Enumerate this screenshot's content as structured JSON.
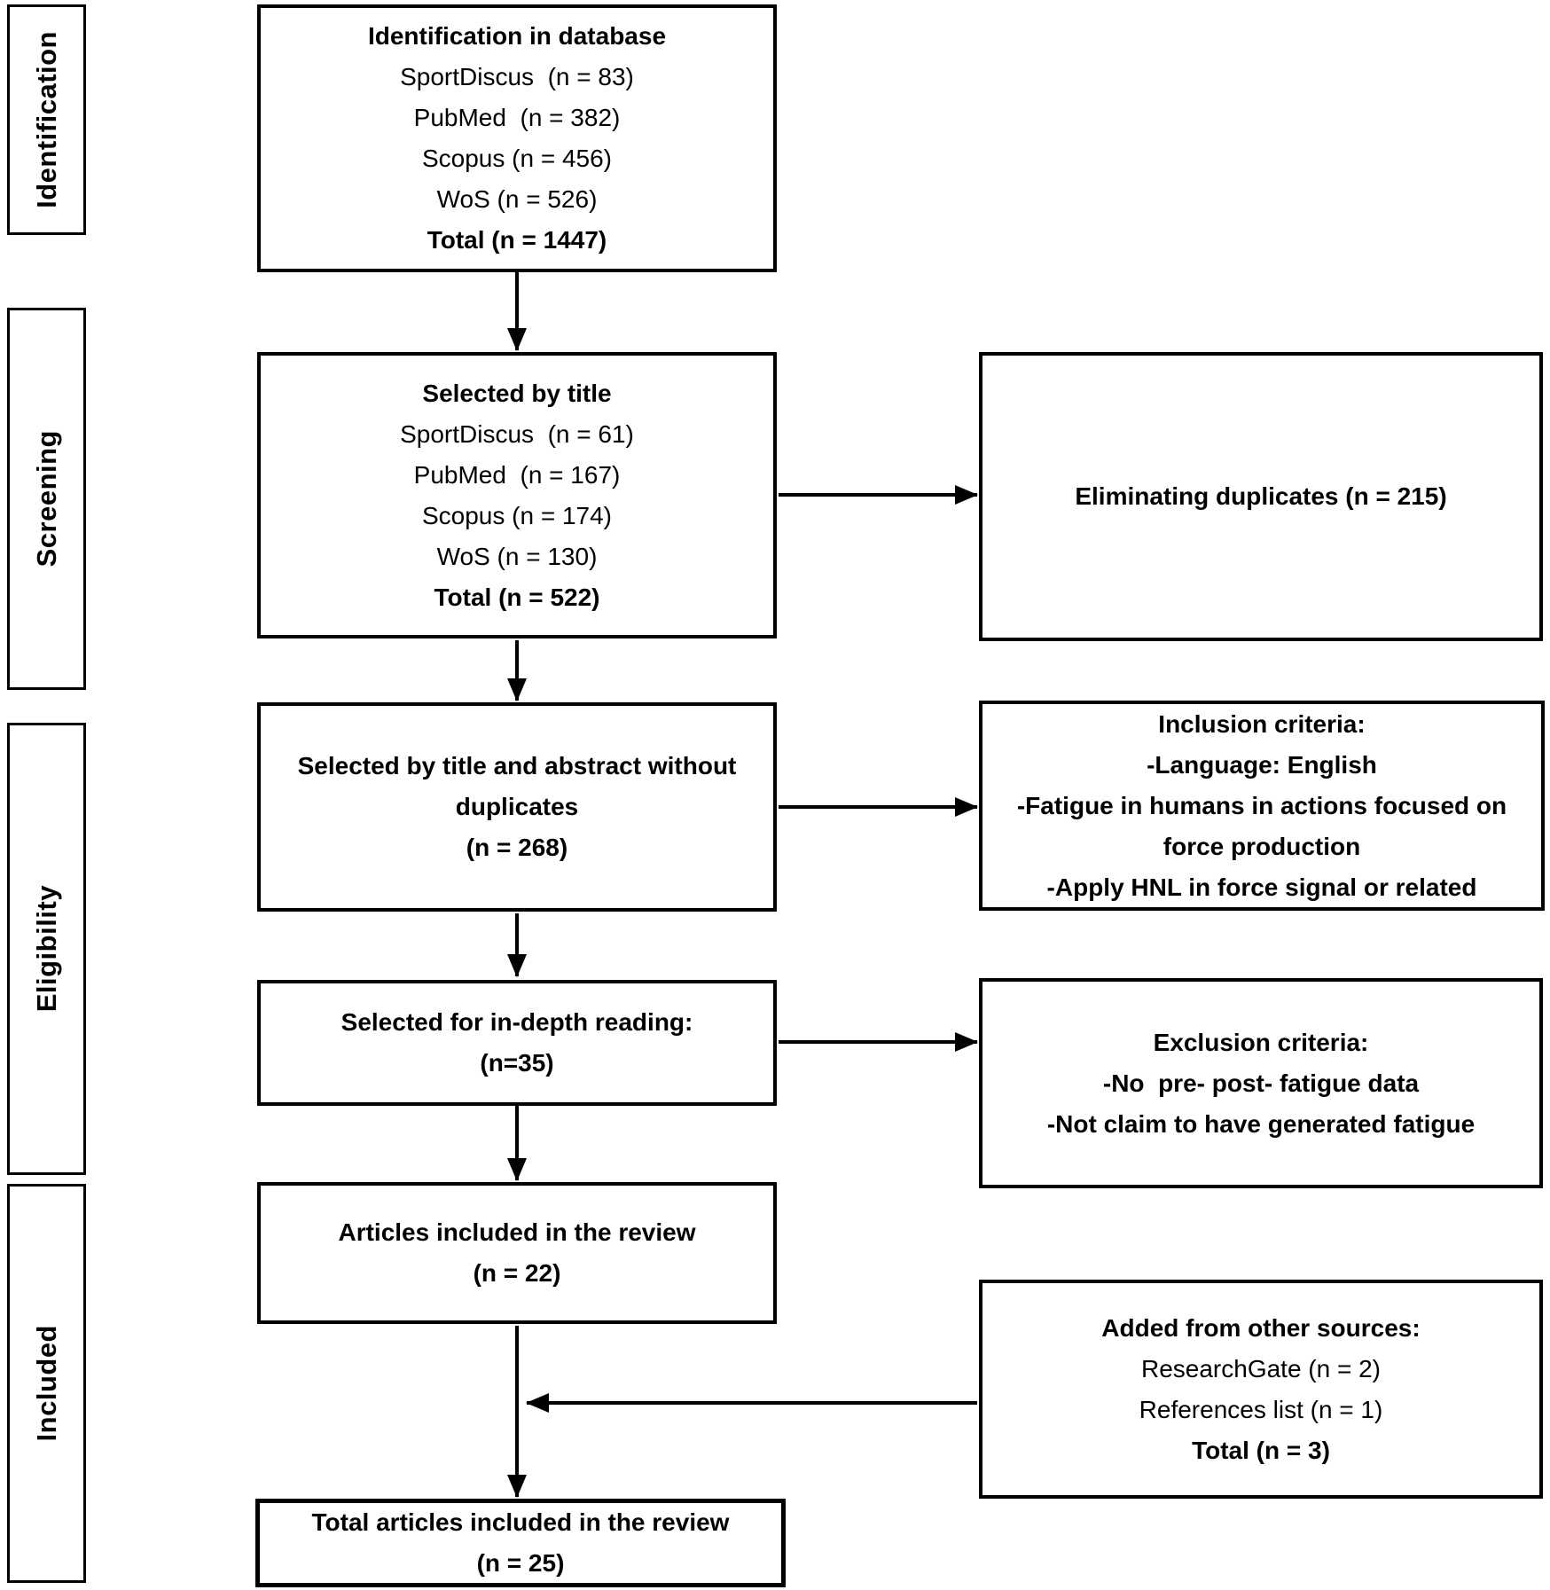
{
  "colors": {
    "border": "#000000",
    "background": "#ffffff",
    "text": "#000000"
  },
  "sidebar": {
    "stages": [
      "Identification",
      "Screening",
      "Eligibility",
      "Included"
    ]
  },
  "main": {
    "identification_db": {
      "title": "Identification in database",
      "lines": [
        "SportDiscus  (n = 83)",
        "PubMed  (n = 382)",
        "Scopus (n = 456)",
        "WoS (n = 526)"
      ],
      "total": "Total (n = 1447)"
    },
    "selected_by_title": {
      "title": "Selected by title",
      "lines": [
        "SportDiscus  (n = 61)",
        "PubMed  (n = 167)",
        "Scopus (n = 174)",
        "WoS (n = 130)"
      ],
      "total": "Total (n = 522)"
    },
    "selected_title_abstract": {
      "lines": [
        "Selected by title and abstract without",
        "duplicates",
        "(n = 268)"
      ]
    },
    "in_depth_reading": {
      "lines": [
        "Selected for in-depth reading:",
        "(n=35)"
      ]
    },
    "articles_included": {
      "lines": [
        "Articles included in the review",
        "(n = 22)"
      ]
    },
    "total_included": {
      "lines": [
        "Total articles included in the review",
        "(n = 25)"
      ]
    }
  },
  "side": {
    "duplicates": {
      "text": "Eliminating duplicates (n = 215)"
    },
    "inclusion": {
      "title": "Inclusion criteria:",
      "lines": [
        "-Language: English",
        "-Fatigue in humans in actions focused on",
        "force production",
        "-Apply HNL in force signal or related"
      ]
    },
    "exclusion": {
      "title": "Exclusion criteria:",
      "lines": [
        "-No  pre- post- fatigue data",
        "-Not claim to have generated fatigue"
      ]
    },
    "other_sources": {
      "title": "Added from other sources:",
      "lines": [
        "ResearchGate (n = 2)",
        "References list (n = 1)"
      ],
      "total": "Total (n = 3)"
    }
  }
}
